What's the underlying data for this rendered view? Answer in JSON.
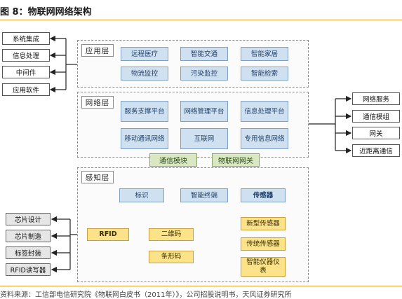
{
  "figure": {
    "title": "图 8：物联网网络架构",
    "source": "资料来源：工信部电信研究院《物联网白皮书（2011年）》，公司招股说明书，天风证券研究所"
  },
  "left_top": [
    "系统集成",
    "信息处理",
    "中间件",
    "应用软件"
  ],
  "application_layer": {
    "label": "应用层",
    "items": [
      "远程医疗",
      "智能交通",
      "智能家居",
      "物流监控",
      "污染监控",
      "智能检索"
    ]
  },
  "network_layer": {
    "label": "网络层",
    "items": [
      "服务支撑平台",
      "网络管理平台",
      "信息处理平台",
      "移动通讯网络",
      "互联网",
      "专用信息网络"
    ]
  },
  "bridges": [
    "通信模块",
    "物联网网关"
  ],
  "right": [
    "网络服务",
    "通信模组",
    "网关",
    "近距离通信"
  ],
  "perception_layer": {
    "label": "感知层",
    "top_items": [
      "标识",
      "智能终端",
      "传感器"
    ],
    "rfid": "RFID",
    "barcode": "二维码",
    "bar_code": "条形码",
    "sensors": [
      "新型传感器",
      "传统传感器",
      "智能仪器仪表"
    ]
  },
  "left_bottom": [
    "芯片设计",
    "芯片制造",
    "标签封装",
    "RFID读写器"
  ]
}
